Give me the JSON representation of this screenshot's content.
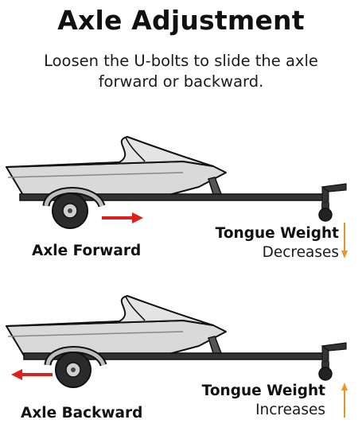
{
  "title": "Axle Adjustment",
  "subtitle": "Loosen the U-bolts to slide the axle forward or backward.",
  "panels": [
    {
      "axle_label": "Axle Forward",
      "tongue_label": "Tongue Weight",
      "tongue_effect": "Decreases",
      "axle_arrow_direction": "right",
      "tongue_arrow_direction": "down"
    },
    {
      "axle_label": "Axle Backward",
      "tongue_label": "Tongue Weight",
      "tongue_effect": "Increases",
      "axle_arrow_direction": "left",
      "tongue_arrow_direction": "up"
    }
  ],
  "colors": {
    "movement_arrow": "#e0201b",
    "weight_arrow": "#e8962a",
    "boat_hull": "#d9d9d9",
    "trailer_frame": "#333333",
    "outline": "#111111"
  }
}
